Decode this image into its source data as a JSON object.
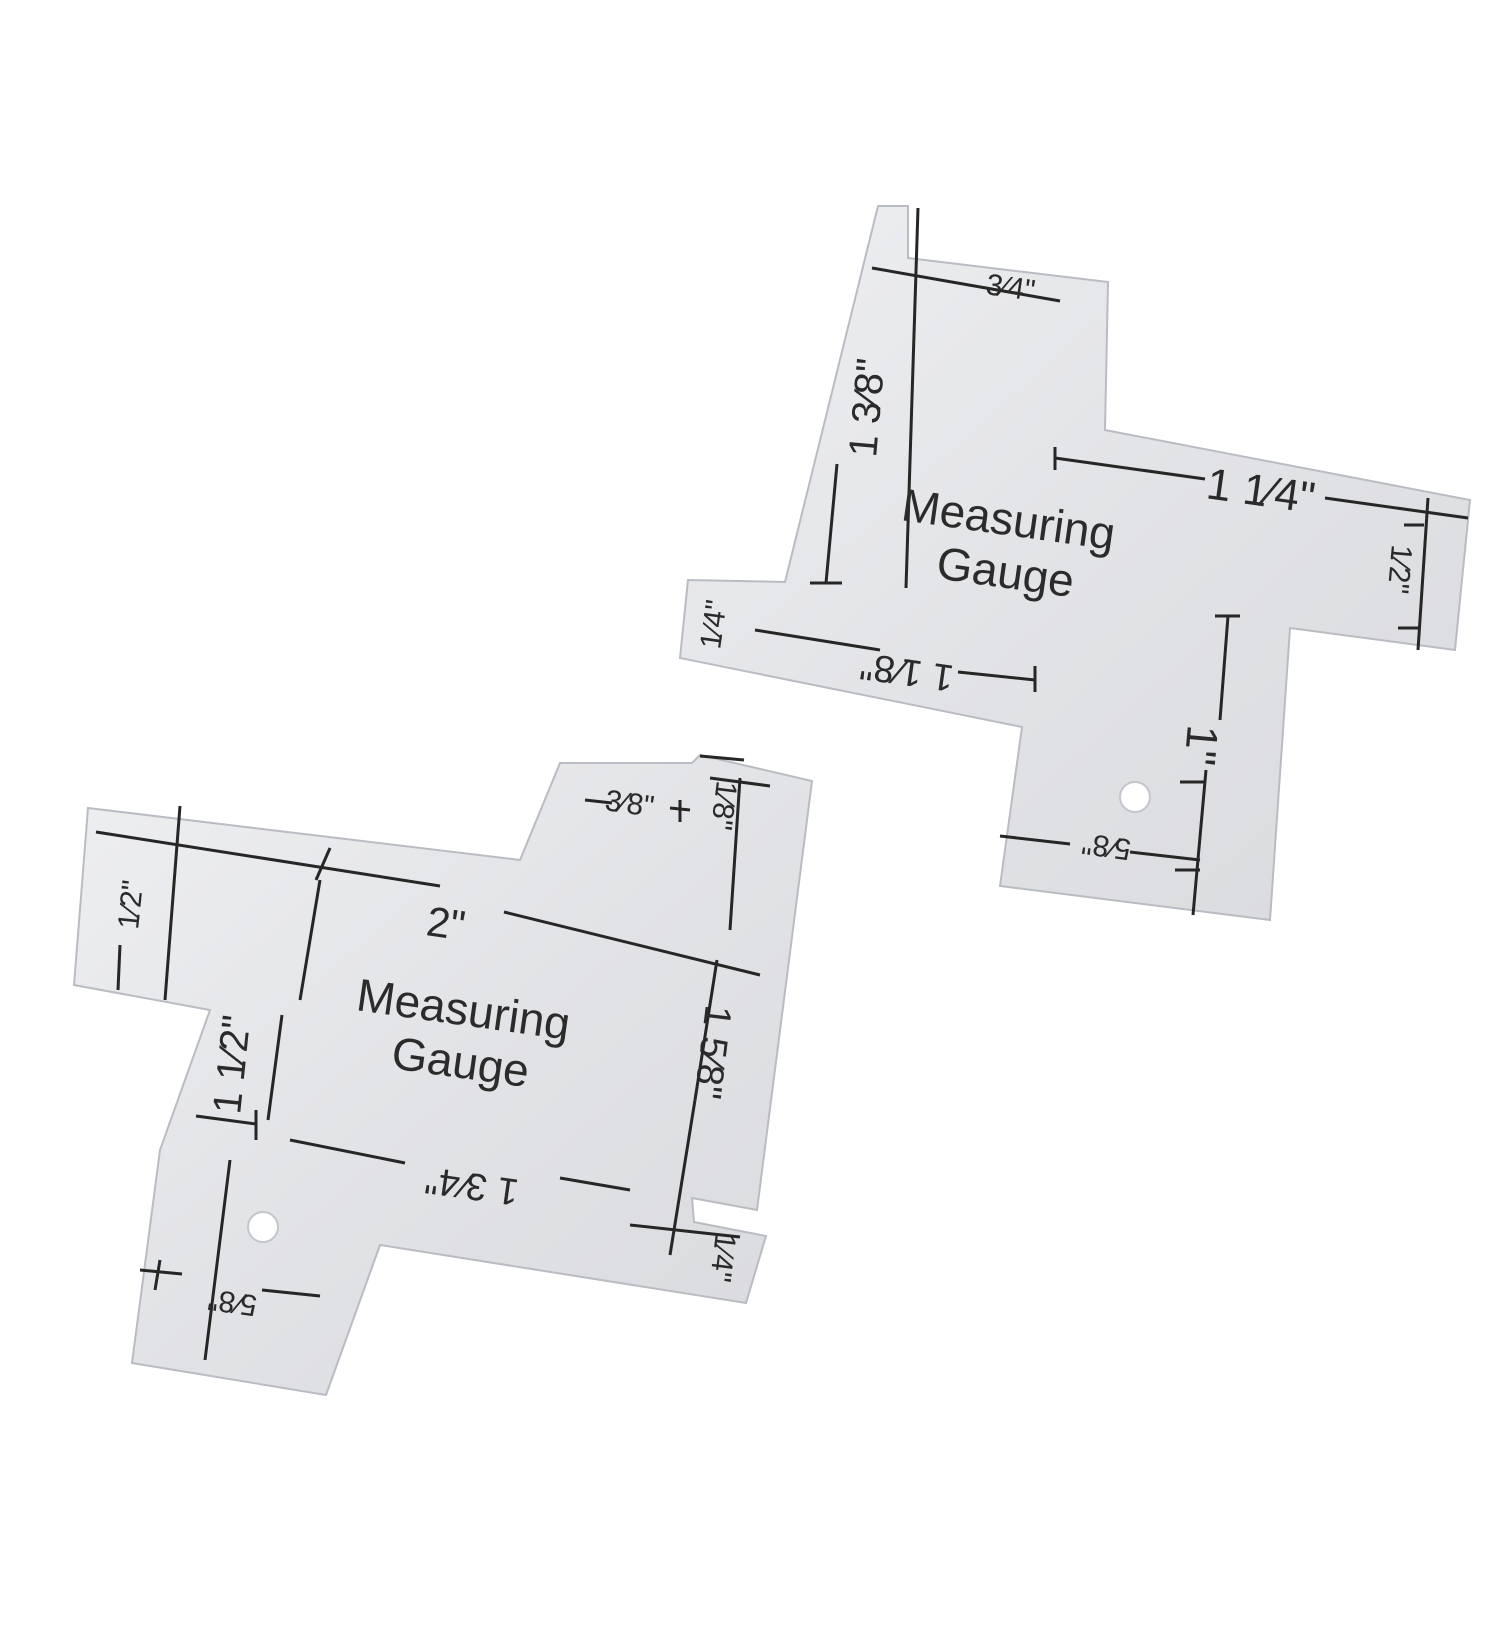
{
  "scene": {
    "description_free": true,
    "background_color": "#ffffff",
    "plate_color": "#e6e7ea",
    "ink_color": "#262626"
  },
  "gauge_a": {
    "title_line1": "Measuring",
    "title_line2": "Gauge",
    "labels": {
      "three_quarter": "3⁄4\"",
      "one_three_eighths": "1 3⁄8\"",
      "one_quarter_width": "1 1⁄4\"",
      "half": "1⁄2\"",
      "quarter": "1⁄4\"",
      "one_one_eighth": "1 1⁄8\"",
      "one": "1\"",
      "five_eighths": "5⁄8\""
    }
  },
  "gauge_b": {
    "title_line1": "Measuring",
    "title_line2": "Gauge",
    "labels": {
      "eighth": "1⁄8\"",
      "three_eighths": "3⁄8\"",
      "half": "1⁄2\"",
      "two": "2\"",
      "one_half": "1 1⁄2\"",
      "one_five_eighths": "1 5⁄8\"",
      "one_three_quarters": "1 3⁄4\"",
      "quarter": "1⁄4\"",
      "five_eighths": "5⁄8\""
    }
  }
}
